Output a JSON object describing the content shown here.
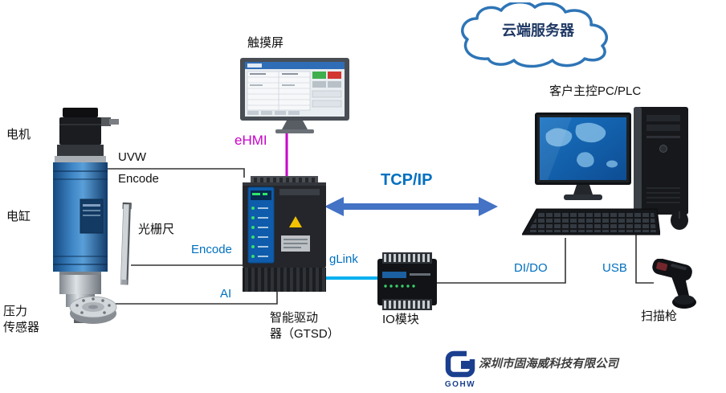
{
  "labels": {
    "motor": "电机",
    "cylinder": "电缸",
    "pressure_sensor": "压力\n传感器",
    "grating_scale": "光栅尺",
    "touch_screen": "触摸屏",
    "ehmi": "eHMI",
    "uvw": "UVW",
    "encode_motor": "Encode",
    "encode_scale": "Encode",
    "ai": "AI",
    "tcp_ip": "TCP/IP",
    "glink": "gLink",
    "io_module": "IO模块",
    "di_do": "DI/DO",
    "usb": "USB",
    "scanner": "扫描枪",
    "cloud_server": "云端服务器",
    "pc_plc": "客户主控PC/PLC",
    "driver": "智能驱动\n器（GTSD）",
    "company_name": "深圳市固海威科技有限公司",
    "logo_text": "GOHW"
  },
  "colors": {
    "blue_label": "#0070C0",
    "magenta_label": "#C800C8",
    "arrow_blue": "#4472C4",
    "glink_line": "#00B0F0",
    "connector_line": "#333333",
    "cloud_outline": "#2E75B6",
    "cloud_text": "#1F3864",
    "logo_blue": "#1B3F8F"
  }
}
